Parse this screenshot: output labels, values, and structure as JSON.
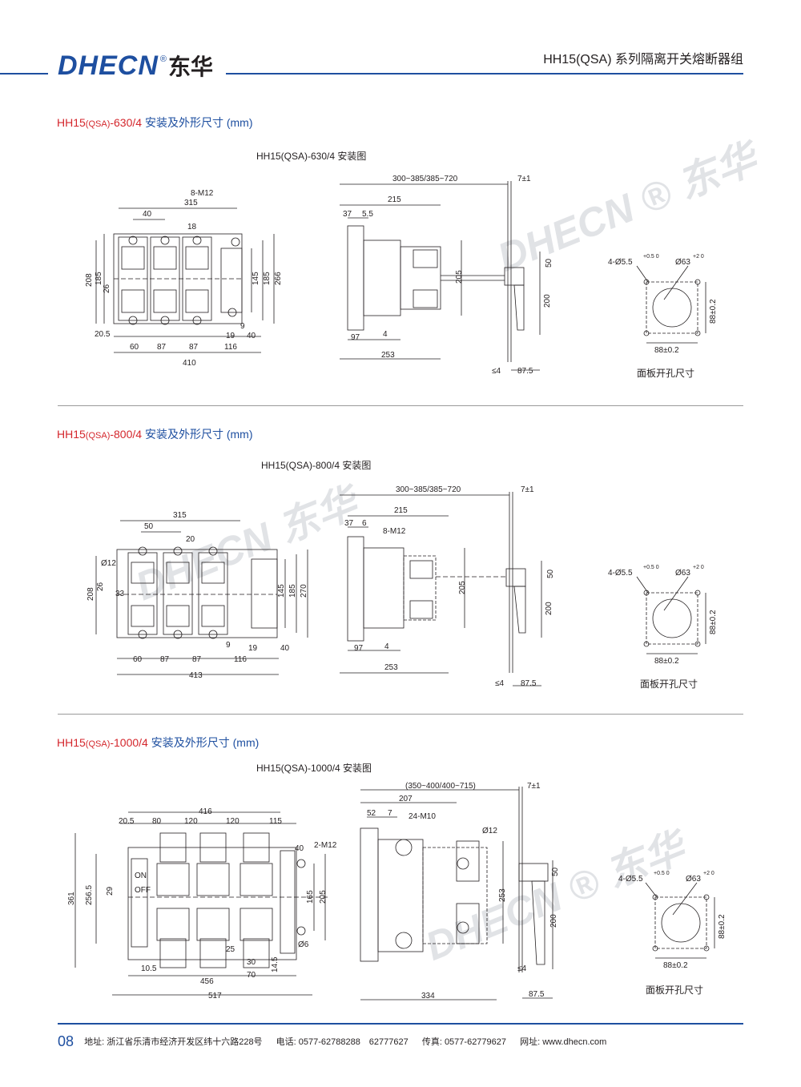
{
  "header": {
    "logo_en": "DHECN",
    "logo_reg": "®",
    "logo_cn": "东华",
    "title": "HH15(QSA) 系列隔离开关熔断器组"
  },
  "sections": [
    {
      "title_model": "HH15",
      "title_paren": "(QSA)",
      "title_suffix": "-630/4",
      "title_rest": " 安装及外形尺寸 (mm)",
      "drawing_title": "HH15(QSA)-630/4 安装图",
      "front": {
        "screw": "8-M12",
        "dims": [
          "315",
          "40",
          "18",
          "208",
          "185",
          "26",
          "20.5",
          "60",
          "87",
          "87",
          "116",
          "19",
          "40",
          "9",
          "410",
          "145",
          "185",
          "266"
        ]
      },
      "side": {
        "dims": [
          "300~385/385~720",
          "7±1",
          "215",
          "37",
          "5.5",
          "205",
          "97",
          "4",
          "253",
          "50",
          "200",
          "≤4",
          "87.5"
        ]
      },
      "cutout": {
        "holes": "4-Ø5.5",
        "holes_tol": "+0.5 0",
        "bore": "Ø63",
        "bore_tol": "+2 0",
        "w": "88±0.2",
        "h": "88±0.2",
        "caption": "面板开孔尺寸"
      }
    },
    {
      "title_model": "HH15",
      "title_paren": "(QSA)",
      "title_suffix": "-800/4",
      "title_rest": " 安装及外形尺寸 (mm)",
      "drawing_title": "HH15(QSA)-800/4 安装图",
      "front": {
        "dims": [
          "315",
          "50",
          "20",
          "Ø12",
          "208",
          "26",
          "33",
          "60",
          "87",
          "87",
          "116",
          "9",
          "19",
          "40",
          "413",
          "145",
          "185",
          "270"
        ]
      },
      "side": {
        "screw": "8-M12",
        "dims": [
          "300~385/385~720",
          "7±1",
          "215",
          "37",
          "6",
          "205",
          "97",
          "4",
          "253",
          "50",
          "200",
          "≤4",
          "87.5"
        ]
      },
      "cutout": {
        "holes": "4-Ø5.5",
        "holes_tol": "+0.5 0",
        "bore": "Ø63",
        "bore_tol": "+2 0",
        "w": "88±0.2",
        "h": "88±0.2",
        "caption": "面板开孔尺寸"
      }
    },
    {
      "title_model": "HH15",
      "title_paren": "(QSA)",
      "title_suffix": "-1000/4",
      "title_rest": " 安装及外形尺寸 (mm)",
      "drawing_title": "HH15(QSA)-1000/4 安装图",
      "front": {
        "screw": "2-M12",
        "on": "ON",
        "off": "OFF",
        "dims": [
          "416",
          "20.5",
          "80",
          "120",
          "120",
          "115",
          "40",
          "361",
          "256.5",
          "29",
          "165",
          "205",
          "Ø6",
          "25",
          "30",
          "70",
          "14.5",
          "10.5",
          "456",
          "517"
        ]
      },
      "side": {
        "screw": "24-M10",
        "dims": [
          "(350~400/400~715)",
          "7±1",
          "207",
          "52",
          "7",
          "Ø12",
          "253",
          "≤4",
          "334",
          "50",
          "200",
          "87.5"
        ]
      },
      "cutout": {
        "holes": "4-Ø5.5",
        "holes_tol": "+0.5 0",
        "bore": "Ø63",
        "bore_tol": "+2 0",
        "w": "88±0.2",
        "h": "88±0.2",
        "caption": "面板开孔尺寸"
      }
    }
  ],
  "footer": {
    "page": "08",
    "address": "地址: 浙江省乐清市经济开发区纬十六路228号",
    "phone": "电话: 0577-62788288　62777627",
    "fax": "传真: 0577-62779627",
    "web": "网址: www.dhecn.com"
  },
  "colors": {
    "accent": "#1e4fa0",
    "red": "#d4262c",
    "line": "#231f20"
  }
}
